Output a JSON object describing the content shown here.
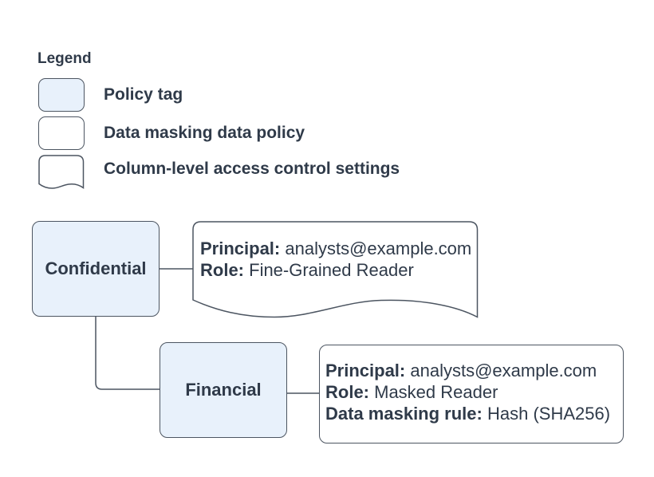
{
  "colors": {
    "background": "#ffffff",
    "policy_tag_fill": "#e8f1fb",
    "outline": "#4c5561",
    "text": "#2f3a49"
  },
  "legend": {
    "title": "Legend",
    "items": [
      {
        "shape": "policy-tag-swatch",
        "label": "Policy tag"
      },
      {
        "shape": "data-masking-policy-swatch",
        "label": "Data masking data policy"
      },
      {
        "shape": "column-access-settings-swatch",
        "label": "Column-level access control settings"
      }
    ]
  },
  "diagram": {
    "policy_tags": {
      "confidential": {
        "label": "Confidential"
      },
      "financial": {
        "label": "Financial"
      }
    },
    "access_control_settings": {
      "fields": [
        {
          "label": "Principal:",
          "value": "analysts@example.com"
        },
        {
          "label": "Role:",
          "value": "Fine-Grained Reader"
        }
      ]
    },
    "data_masking_policy": {
      "fields": [
        {
          "label": "Principal:",
          "value": "analysts@example.com"
        },
        {
          "label": "Role:",
          "value": "Masked Reader"
        },
        {
          "label": "Data masking rule:",
          "value": "Hash (SHA256)"
        }
      ]
    }
  }
}
